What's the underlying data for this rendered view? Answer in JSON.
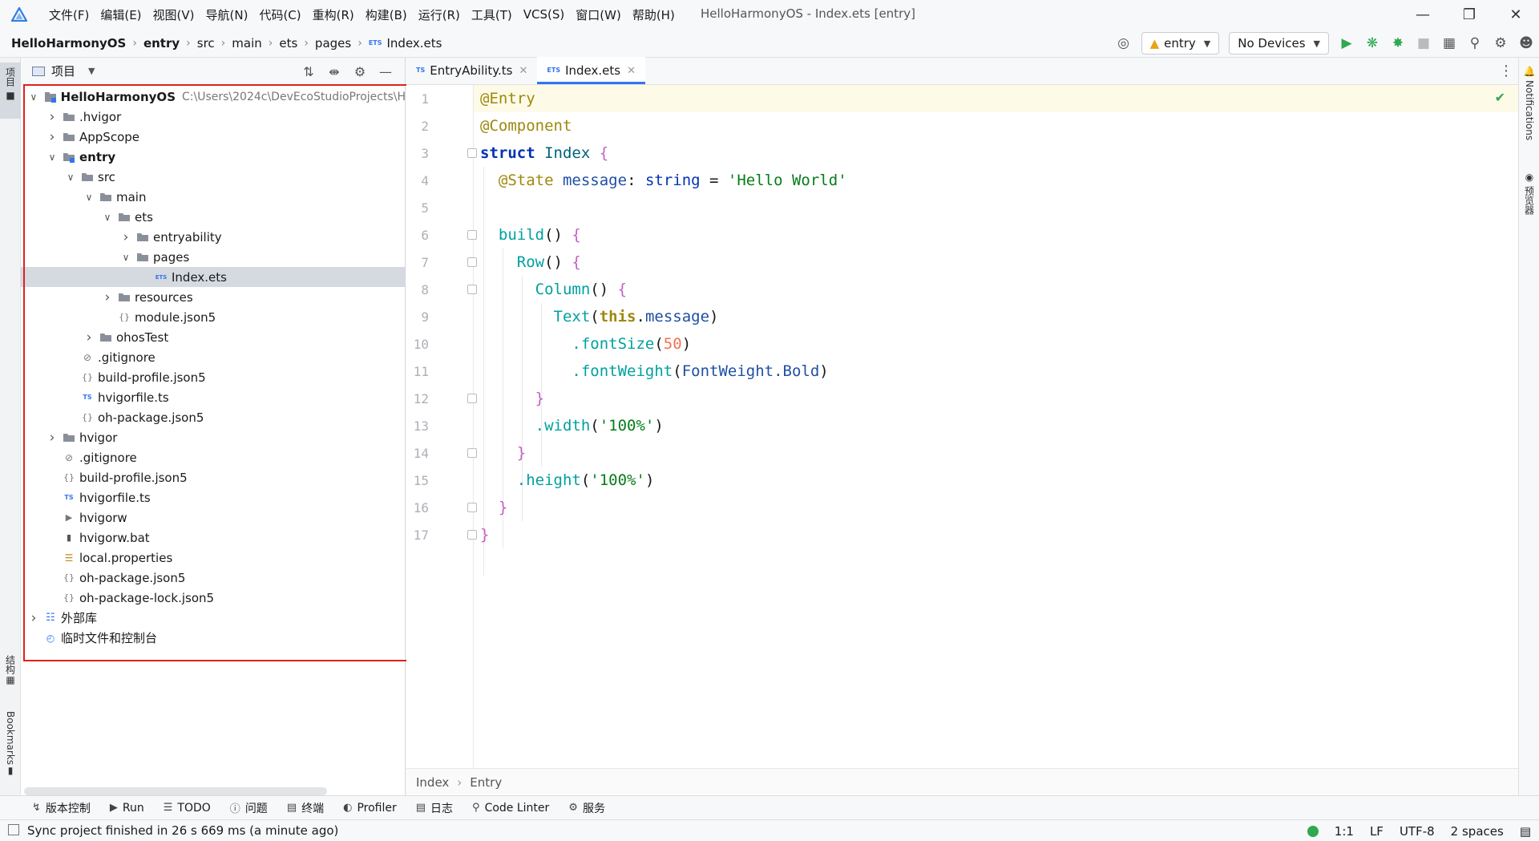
{
  "window": {
    "title": "HelloHarmonyOS - Index.ets [entry]"
  },
  "menu": [
    "文件(F)",
    "编辑(E)",
    "视图(V)",
    "导航(N)",
    "代码(C)",
    "重构(R)",
    "构建(B)",
    "运行(R)",
    "工具(T)",
    "VCS(S)",
    "窗口(W)",
    "帮助(H)"
  ],
  "breadcrumb": [
    "HelloHarmonyOS",
    "entry",
    "src",
    "main",
    "ets",
    "pages",
    "Index.ets"
  ],
  "run_config": {
    "module": "entry",
    "device": "No Devices"
  },
  "project_panel": {
    "title": "项目",
    "root_name": "HelloHarmonyOS",
    "root_path": "C:\\Users\\2024c\\DevEcoStudioProjects\\H",
    "items": [
      {
        "label": ".hvigor",
        "depth": 1,
        "kind": "folder",
        "expanded": false
      },
      {
        "label": "AppScope",
        "depth": 1,
        "kind": "folder",
        "expanded": false
      },
      {
        "label": "entry",
        "depth": 1,
        "kind": "module",
        "expanded": true,
        "bold": true
      },
      {
        "label": "src",
        "depth": 2,
        "kind": "folder",
        "expanded": true
      },
      {
        "label": "main",
        "depth": 3,
        "kind": "folder",
        "expanded": true
      },
      {
        "label": "ets",
        "depth": 4,
        "kind": "folder",
        "expanded": true
      },
      {
        "label": "entryability",
        "depth": 5,
        "kind": "folder",
        "expanded": false
      },
      {
        "label": "pages",
        "depth": 5,
        "kind": "folder",
        "expanded": true
      },
      {
        "label": "Index.ets",
        "depth": 6,
        "kind": "ets",
        "selected": true
      },
      {
        "label": "resources",
        "depth": 4,
        "kind": "folder",
        "expanded": false
      },
      {
        "label": "module.json5",
        "depth": 4,
        "kind": "json"
      },
      {
        "label": "ohosTest",
        "depth": 3,
        "kind": "folder",
        "expanded": false
      },
      {
        "label": ".gitignore",
        "depth": 2,
        "kind": "gitignore"
      },
      {
        "label": "build-profile.json5",
        "depth": 2,
        "kind": "json"
      },
      {
        "label": "hvigorfile.ts",
        "depth": 2,
        "kind": "ts"
      },
      {
        "label": "oh-package.json5",
        "depth": 2,
        "kind": "json"
      },
      {
        "label": "hvigor",
        "depth": 1,
        "kind": "folder",
        "expanded": false
      },
      {
        "label": ".gitignore",
        "depth": 1,
        "kind": "gitignore"
      },
      {
        "label": "build-profile.json5",
        "depth": 1,
        "kind": "json"
      },
      {
        "label": "hvigorfile.ts",
        "depth": 1,
        "kind": "ts"
      },
      {
        "label": "hvigorw",
        "depth": 1,
        "kind": "script"
      },
      {
        "label": "hvigorw.bat",
        "depth": 1,
        "kind": "bat"
      },
      {
        "label": "local.properties",
        "depth": 1,
        "kind": "props"
      },
      {
        "label": "oh-package.json5",
        "depth": 1,
        "kind": "json"
      },
      {
        "label": "oh-package-lock.json5",
        "depth": 1,
        "kind": "json"
      },
      {
        "label": "外部库",
        "depth": 0,
        "kind": "library",
        "expanded": false
      },
      {
        "label": "临时文件和控制台",
        "depth": 0,
        "kind": "scratch"
      }
    ]
  },
  "left_strip": {
    "project": "项目",
    "structure": "结构",
    "bookmarks": "Bookmarks"
  },
  "right_strip": {
    "notifications": "Notifications",
    "previewer": "预览器"
  },
  "editor": {
    "tabs": [
      {
        "label": "EntryAbility.ts",
        "active": false
      },
      {
        "label": "Index.ets",
        "active": true
      }
    ],
    "line_numbers": [
      "1",
      "2",
      "3",
      "4",
      "5",
      "6",
      "7",
      "8",
      "9",
      "10",
      "11",
      "12",
      "13",
      "14",
      "15",
      "16",
      "17"
    ],
    "code": {
      "l1": "@Entry",
      "l2": "@Component",
      "l3_kw": "struct",
      "l3_name": "Index",
      "l4_ann": "@State",
      "l4_prop": "message",
      "l4_type": "string",
      "l4_str": "'Hello World'",
      "l6_fn": "build",
      "l7_fn": "Row",
      "l8_fn": "Column",
      "l9_fn": "Text",
      "l9_this": "this",
      "l9_prop": "message",
      "l10_fn": ".fontSize",
      "l10_num": "50",
      "l11_fn": ".fontWeight",
      "l11_arg": "FontWeight.Bold",
      "l13_fn": ".width",
      "l13_str": "'100%'",
      "l15_fn": ".height",
      "l15_str": "'100%'"
    },
    "footer_crumbs": [
      "Index",
      "Entry"
    ]
  },
  "tool_windows": [
    "版本控制",
    "Run",
    "TODO",
    "问题",
    "终端",
    "Profiler",
    "日志",
    "Code Linter",
    "服务"
  ],
  "status": {
    "message": "Sync project finished in 26 s 669 ms (a minute ago)",
    "position": "1:1",
    "line_sep": "LF",
    "encoding": "UTF-8",
    "indent": "2 spaces"
  },
  "colors": {
    "accent": "#3574f0",
    "highlight_box": "#e02020",
    "success": "#2fa84f"
  }
}
